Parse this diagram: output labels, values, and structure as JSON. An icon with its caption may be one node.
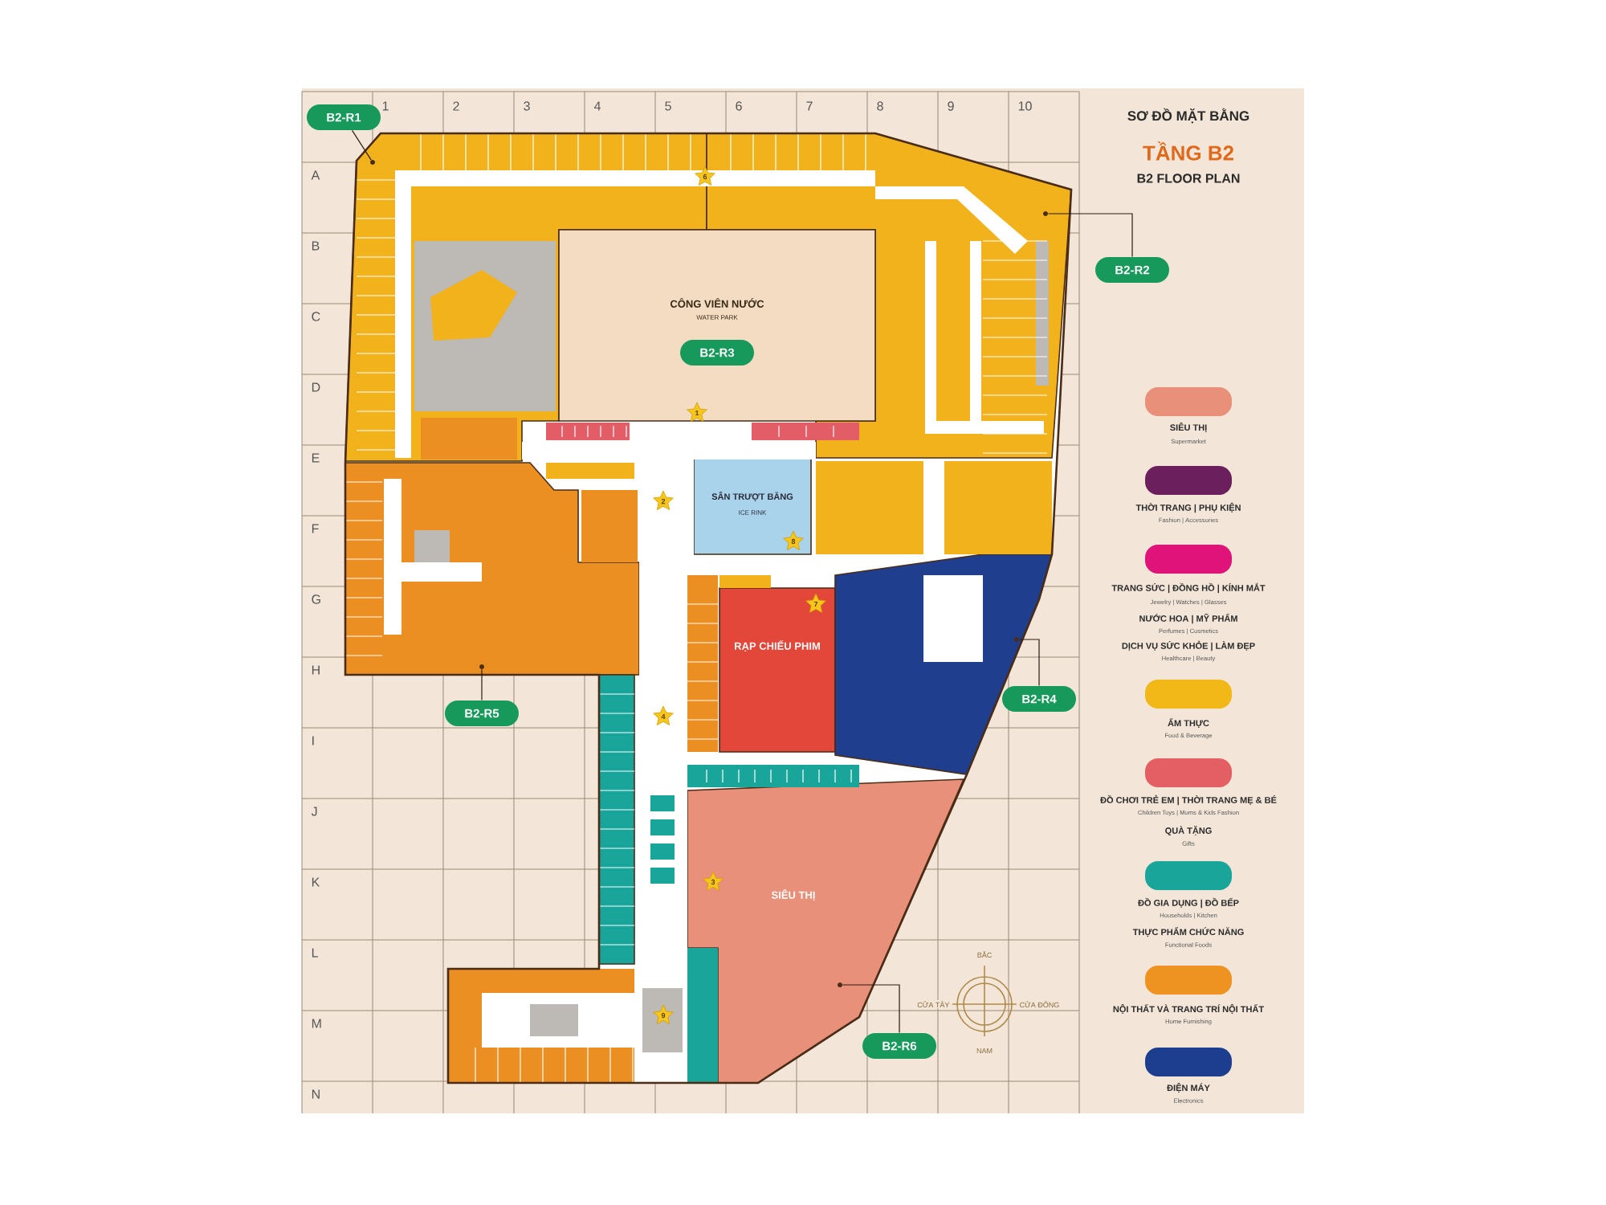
{
  "diagram": {
    "title": "SƠ ĐỒ MẶT BẰNG",
    "nodes": [
      {
        "text": [],
        "shape": "box"
      },
      {
        "text": [],
        "shape": "box"
      },
      {
        "text": [
          "CÔNG VIÊN NƯỚC",
          "WATER PARK"
        ]
      },
      {
        "text": [
          "B2-R3"
        ],
        "in": 2
      },
      {
        "text": [
          "SÂN TRƯỢT BĂNG",
          "ICE RINK"
        ]
      },
      {
        "text": [],
        "shape": "box"
      },
      {
        "text": [
          "RẠP CHIẾU PHIM"
        ]
      },
      {
        "text": [],
        "shape": "box"
      },
      {
        "text": [
          "SIÊU THỊ"
        ]
      },
      {
        "text": [],
        "shape": "box"
      },
      {
        "text": [
          "B2-R1"
        ]
      },
      {
        "text": [
          "B2-R2"
        ]
      },
      {
        "text": [
          "B2-R4"
        ]
      },
      {
        "text": [
          "B2-R5"
        ]
      },
      {
        "text": [
          "B2-R6"
        ]
      }
    ],
    "edges": [
      {
        "from": 10,
        "to": 0,
        "arrow": "none"
      },
      {
        "from": 11,
        "to": 1,
        "arrow": "none"
      },
      {
        "from": 12,
        "to": 7,
        "arrow": "none"
      },
      {
        "from": 13,
        "to": 5,
        "arrow": "none"
      },
      {
        "from": 14,
        "to": 8,
        "arrow": "none"
      }
    ],
    "labels": [
      "1",
      "2",
      "3",
      "4",
      "5",
      "6",
      "7",
      "8",
      "9",
      "10",
      "A",
      "B",
      "C",
      "D",
      "E",
      "F",
      "G",
      "H",
      "I",
      "J",
      "K",
      "L",
      "M",
      "N",
      "TẦNG B2",
      "B2 FLOOR PLAN",
      "Supermarket",
      "Fashion | Accessories",
      "Jewelry | Watches | Glasses",
      "NƯỚC HOA | MỸ PHẨM",
      "Perfumes | Cosmetics",
      "DỊCH VỤ SỨC KHỎE | LÀM ĐẸP",
      "Healthcare | Beauty",
      "Food & Beverage",
      "Children Toys | Moms & Kids Fashion",
      "QUÀ TẶNG",
      "Gifts",
      "Households | Kitchen",
      "THỰC PHẨM CHỨC NĂNG",
      "Functional Foods",
      "Home Furnishing",
      "Electronics",
      "BẮC",
      "CỬA TÂY",
      "CỬA ĐÔNG",
      "NAM",
      "6",
      "1",
      "2",
      "8",
      "7",
      "4",
      "3",
      "9"
    ],
    "legend": [
      {
        "text": "SIÊU THỊ",
        "color": "#e8907a"
      },
      {
        "text": "THỜI TRANG | PHỤ KIỆN",
        "color": "#6b1f5d"
      },
      {
        "text": "TRANG SỨC | ĐỒNG HỒ | KÍNH MẮT",
        "color": "#e0137a"
      },
      {
        "text": "ẨM THỰC",
        "color": "#f2b818"
      },
      {
        "text": "ĐỒ CHƠI TRẺ EM | THỜI TRANG MẸ & BÉ",
        "color": "#e35f63"
      },
      {
        "text": "ĐỒ GIA DỤNG | ĐỒ BẾP",
        "color": "#1aa59a"
      },
      {
        "text": "NỘI THẤT VÀ TRANG TRÍ NỘI THẤT",
        "color": "#ee9321"
      },
      {
        "text": "ĐIỆN MÁY",
        "color": "#1d3e8e"
      }
    ]
  }
}
